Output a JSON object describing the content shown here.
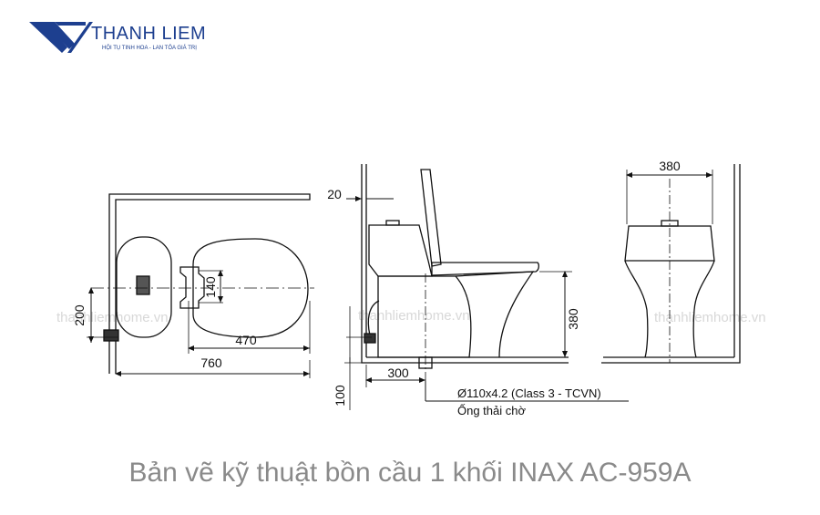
{
  "brand": {
    "name": "THANH LIEM",
    "slogan": "HỘI TỤ TINH HOA - LAN TỎA GIÁ TRỊ",
    "color": "#1d3f8f"
  },
  "watermark": "thanhliemhome.vn",
  "caption": "Bản vẽ kỹ thuật bồn cầu 1 khối INAX AC-959A",
  "top_view": {
    "dim_200": "200",
    "dim_140": "140",
    "dim_470": "470",
    "dim_760": "760"
  },
  "side_view": {
    "dim_20": "20",
    "dim_380": "380",
    "dim_300": "300",
    "dim_100": "100",
    "pipe_spec": "Ø110x4.2 (Class 3 - TCVN)",
    "pipe_label": "Ống thải chờ"
  },
  "front_view": {
    "dim_380": "380"
  }
}
